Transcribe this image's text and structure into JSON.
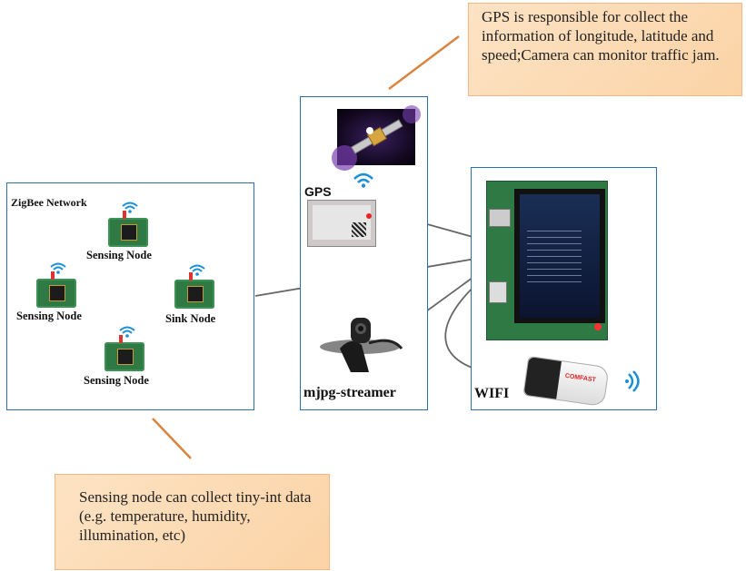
{
  "callouts": {
    "gps_camera": "GPS is responsible for collect the information of longitude, latitude and speed;Camera can monitor traffic jam.",
    "sensing": "Sensing node can collect tiny-int data (e.g. temperature, humidity, illumination, etc)"
  },
  "zigbee": {
    "title": "ZigBee Network",
    "nodes": [
      "Sensing Node",
      "Sensing Node",
      "Sink Node",
      "Sensing Node"
    ]
  },
  "devices": {
    "gps_label": "GPS",
    "camera_label": "mjpg-streamer",
    "wifi_label": "WIFI",
    "adapter_brand": "COMFAST"
  },
  "colors": {
    "box_border": "#2a6fb5",
    "callout_fill": "#fbd3a6",
    "leader_line": "#d9843f",
    "wifi_icon": "#1a8fd6",
    "board_green": "#2f7a44"
  }
}
